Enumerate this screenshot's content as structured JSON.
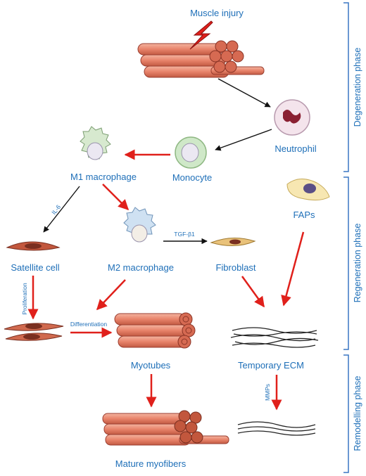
{
  "nodes": {
    "muscle_injury": "Muscle injury",
    "neutrophil": "Neutrophil",
    "monocyte": "Monocyte",
    "m1_macrophage": "M1 macrophage",
    "fraps": "FAPs",
    "satellite_cell": "Satellite cell",
    "m2_macrophage": "M2 macrophage",
    "fibroblast": "Fibroblast",
    "myotubes": "Myotubes",
    "temporary_ecm": "Temporary ECM",
    "mature_myofibers": "Mature myofibers"
  },
  "edge_labels": {
    "il6": "IL-6",
    "tgf": "TGF-β1",
    "proliferation": "Proliferation",
    "differentiation": "Differentiation",
    "mmps": "MMPs"
  },
  "phases": {
    "degeneration": "Degeneration phase",
    "regeneration": "Regeneration phase",
    "remodelling": "Remodelling phase"
  },
  "colors": {
    "label_blue": "#1e6fb8",
    "arrow_red": "#e0201b",
    "arrow_black": "#111111",
    "muscle": "#e8836a",
    "muscle_dark": "#b8483a",
    "bracket": "#3a77c4"
  }
}
